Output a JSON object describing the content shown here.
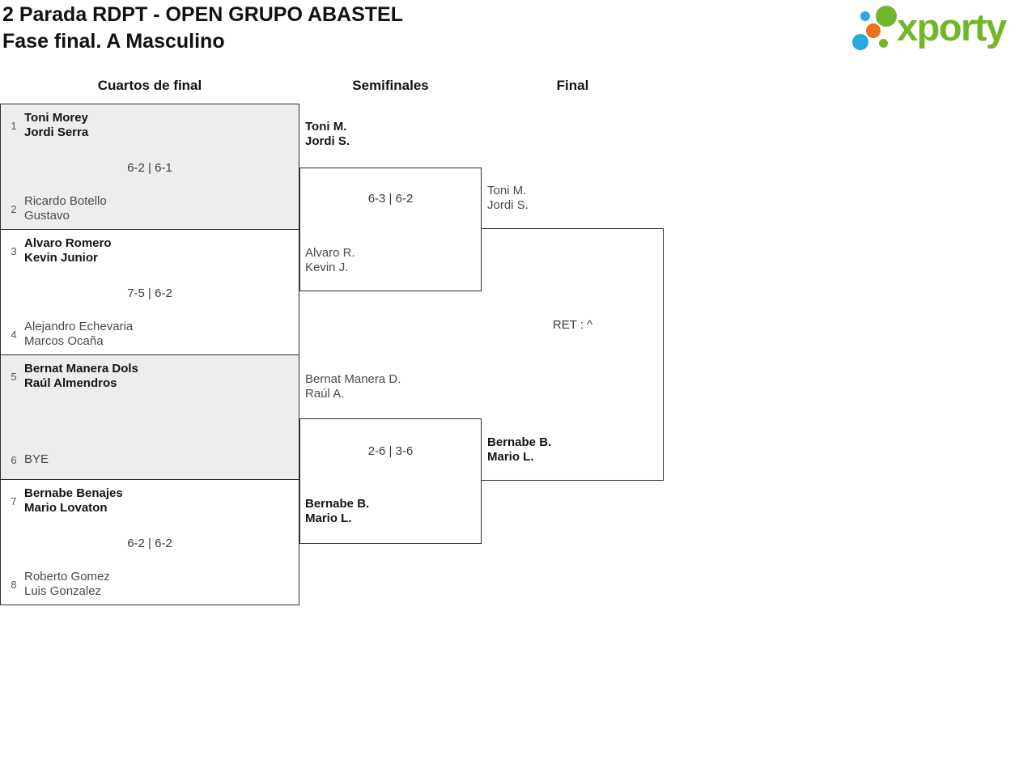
{
  "header": {
    "title_line1": "2 Parada RDPT - OPEN GRUPO ABASTEL",
    "title_line2": "Fase final. A Masculino",
    "logo_text": "xporty"
  },
  "colors": {
    "brand-green": "#72b62a",
    "brand-blue": "#29a9e1",
    "brand-orange": "#e8731a"
  },
  "rounds": {
    "quarterfinals_label": "Cuartos de final",
    "semifinals_label": "Semifinales",
    "final_label": "Final"
  },
  "bracket": {
    "quarterfinals": [
      {
        "seed1": "1",
        "team1": [
          "Toni Morey",
          "Jordi Serra"
        ],
        "score": "6-2 | 6-1",
        "seed2": "2",
        "team2": [
          "Ricardo Botello",
          "Gustavo"
        ],
        "winner": "team1"
      },
      {
        "seed1": "3",
        "team1": [
          "Alvaro Romero",
          "Kevin Junior"
        ],
        "score": "7-5 | 6-2",
        "seed2": "4",
        "team2": [
          "Alejandro Echevaria",
          "Marcos Ocaña"
        ],
        "winner": "team1"
      },
      {
        "seed1": "5",
        "team1": [
          "Bernat Manera Dols",
          "Raúl Almendros"
        ],
        "score": "",
        "seed2": "6",
        "team2": [
          "BYE"
        ],
        "winner": "team1"
      },
      {
        "seed1": "7",
        "team1": [
          "Bernabe Benajes",
          "Mario Lovaton"
        ],
        "score": "6-2 | 6-2",
        "seed2": "8",
        "team2": [
          "Roberto Gomez",
          "Luis Gonzalez"
        ],
        "winner": "team1"
      }
    ],
    "semifinals": [
      {
        "team1": [
          "Toni M.",
          "Jordi S."
        ],
        "score": "6-3 | 6-2",
        "team2": [
          "Alvaro R.",
          "Kevin J."
        ],
        "winner": "team1"
      },
      {
        "team1": [
          "Bernat Manera D.",
          "Raúl A."
        ],
        "score": "2-6 | 3-6",
        "team2": [
          "Bernabe B.",
          "Mario L."
        ],
        "winner": "team2"
      }
    ],
    "final": {
      "team1": [
        "Toni M.",
        "Jordi S."
      ],
      "score": "RET : ^",
      "team2": [
        "Bernabe B.",
        "Mario L."
      ],
      "winner": "team2"
    }
  }
}
